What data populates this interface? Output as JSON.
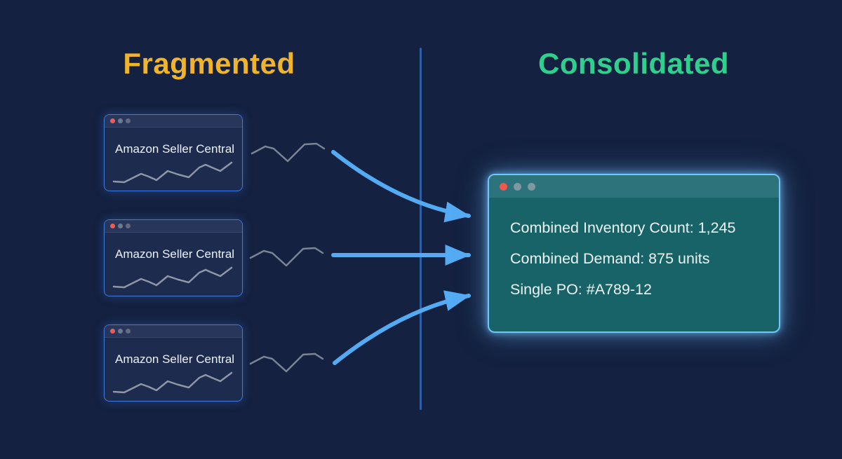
{
  "titles": {
    "fragmented": "Fragmented",
    "consolidated": "Consolidated"
  },
  "source_windows": [
    {
      "title": "Amazon Seller Central"
    },
    {
      "title": "Amazon Seller Central"
    },
    {
      "title": "Amazon Seller Central"
    }
  ],
  "consolidated_window": {
    "lines": [
      "Combined Inventory Count: 1,245",
      "Combined Demand: 875 units",
      "Single PO: #A789-12"
    ]
  },
  "icons": {
    "window_controls": [
      "close-dot",
      "minimize-dot",
      "maximize-dot"
    ],
    "arrows": "merge-arrow-right",
    "sparklines": "zigzag-trend-line"
  },
  "colors": {
    "background": "#142140",
    "fragmented_title": "#f0b42c",
    "consolidated_title": "#2fd08e",
    "arrow": "#55abf3",
    "divider": "#2e5fa6",
    "window_border": "#3e7ce1",
    "window_titlebar": "#27365a",
    "window_body": "#1d2b4e",
    "consolidated_border": "#73c4f8",
    "consolidated_titlebar": "#2d737b",
    "consolidated_body": "#176368",
    "close_dot": "#e85f55",
    "sparkline_gray": "#8f97a6"
  }
}
